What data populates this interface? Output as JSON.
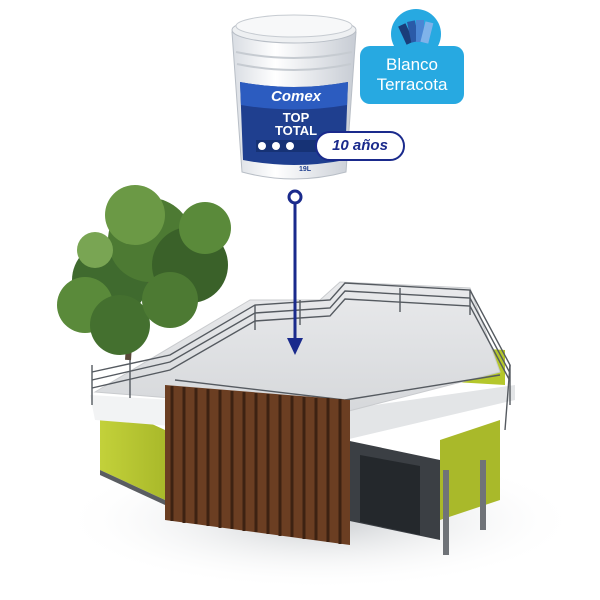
{
  "product": {
    "brand": "Comex",
    "line_1": "TOP",
    "line_2": "TOTAL",
    "volume": "19L"
  },
  "color_badge": {
    "line_1": "Blanco",
    "line_2": "Terracota"
  },
  "warranty": {
    "label": "10 años"
  },
  "colors": {
    "brand_blue": "#1a2a8c",
    "badge_blue": "#27a9e1",
    "wall_green": "#b5c72c"
  }
}
